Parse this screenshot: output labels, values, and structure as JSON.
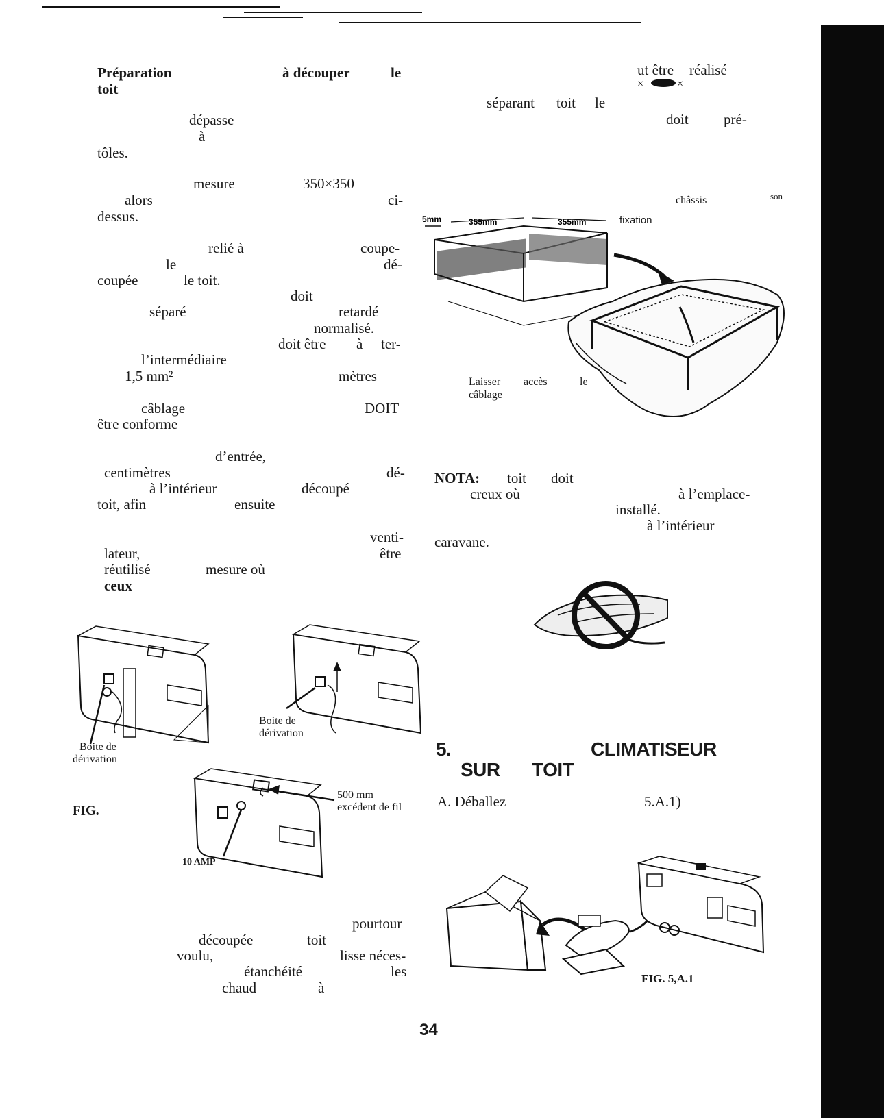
{
  "left_column": {
    "heading": [
      "Préparation",
      "à découper",
      "le",
      "toit"
    ],
    "para1": [
      "dépasse",
      "à",
      "tôles."
    ],
    "para2": [
      "mesure",
      "350×350",
      "alors",
      "ci-",
      "dessus."
    ],
    "para3": [
      "relié à",
      "coupe-",
      "le",
      "dé-",
      "coupée",
      "le toit.",
      "doit",
      "séparé",
      "retardé",
      "normalisé.",
      "doit être",
      "à",
      "ter-",
      "l’intermédiaire",
      "1,5 mm²",
      "mètres",
      "câblage",
      "DOIT",
      "être conforme"
    ],
    "para4": [
      "d’entrée,",
      "centimètres",
      "dé-",
      "à l’intérieur",
      "découpé",
      "toit, afin",
      "ensuite"
    ],
    "para5": [
      "venti-",
      "lateur,",
      "être",
      "réutilisé",
      "mesure où",
      "ceux"
    ],
    "para6": [
      "pourtour",
      "découpée",
      "toit",
      "voulu,",
      "lisse néces-",
      "étanchéité",
      "les",
      "chaud",
      "à"
    ]
  },
  "right_column": {
    "top_lines": [
      "ut être",
      "réalisé",
      "séparant",
      "toit",
      "le",
      "doit",
      "pré-"
    ],
    "diagram_labels": [
      "châssis",
      "son",
      "fixation",
      "5mm",
      "355mm",
      "355mm"
    ],
    "laisser_caption": [
      "Laisser",
      "accès",
      "le",
      "câblage"
    ],
    "nota_label": "NOTA:",
    "nota_words": [
      "toit",
      "doit",
      "creux où",
      "à l’emplace-",
      "installé.",
      "à l’intérieur",
      "caravane."
    ],
    "section_number": "5.",
    "section_word_1": "CLIMATISEUR",
    "section_word_2": "SUR",
    "section_word_3": "TOIT",
    "step_a_start": "A. Déballez",
    "step_a_ref": "5.A.1)",
    "fig_caption": "FIG. 5,A.1"
  },
  "figures": {
    "label_boite_left": [
      "Boite de",
      "dérivation"
    ],
    "label_boite_right": [
      "Boite de",
      "dérivation"
    ],
    "label_500mm": [
      "500 mm",
      "excédent de fil"
    ],
    "label_10amp": "10 AMP",
    "fig_left_label": "FIG."
  },
  "page_number": "34"
}
